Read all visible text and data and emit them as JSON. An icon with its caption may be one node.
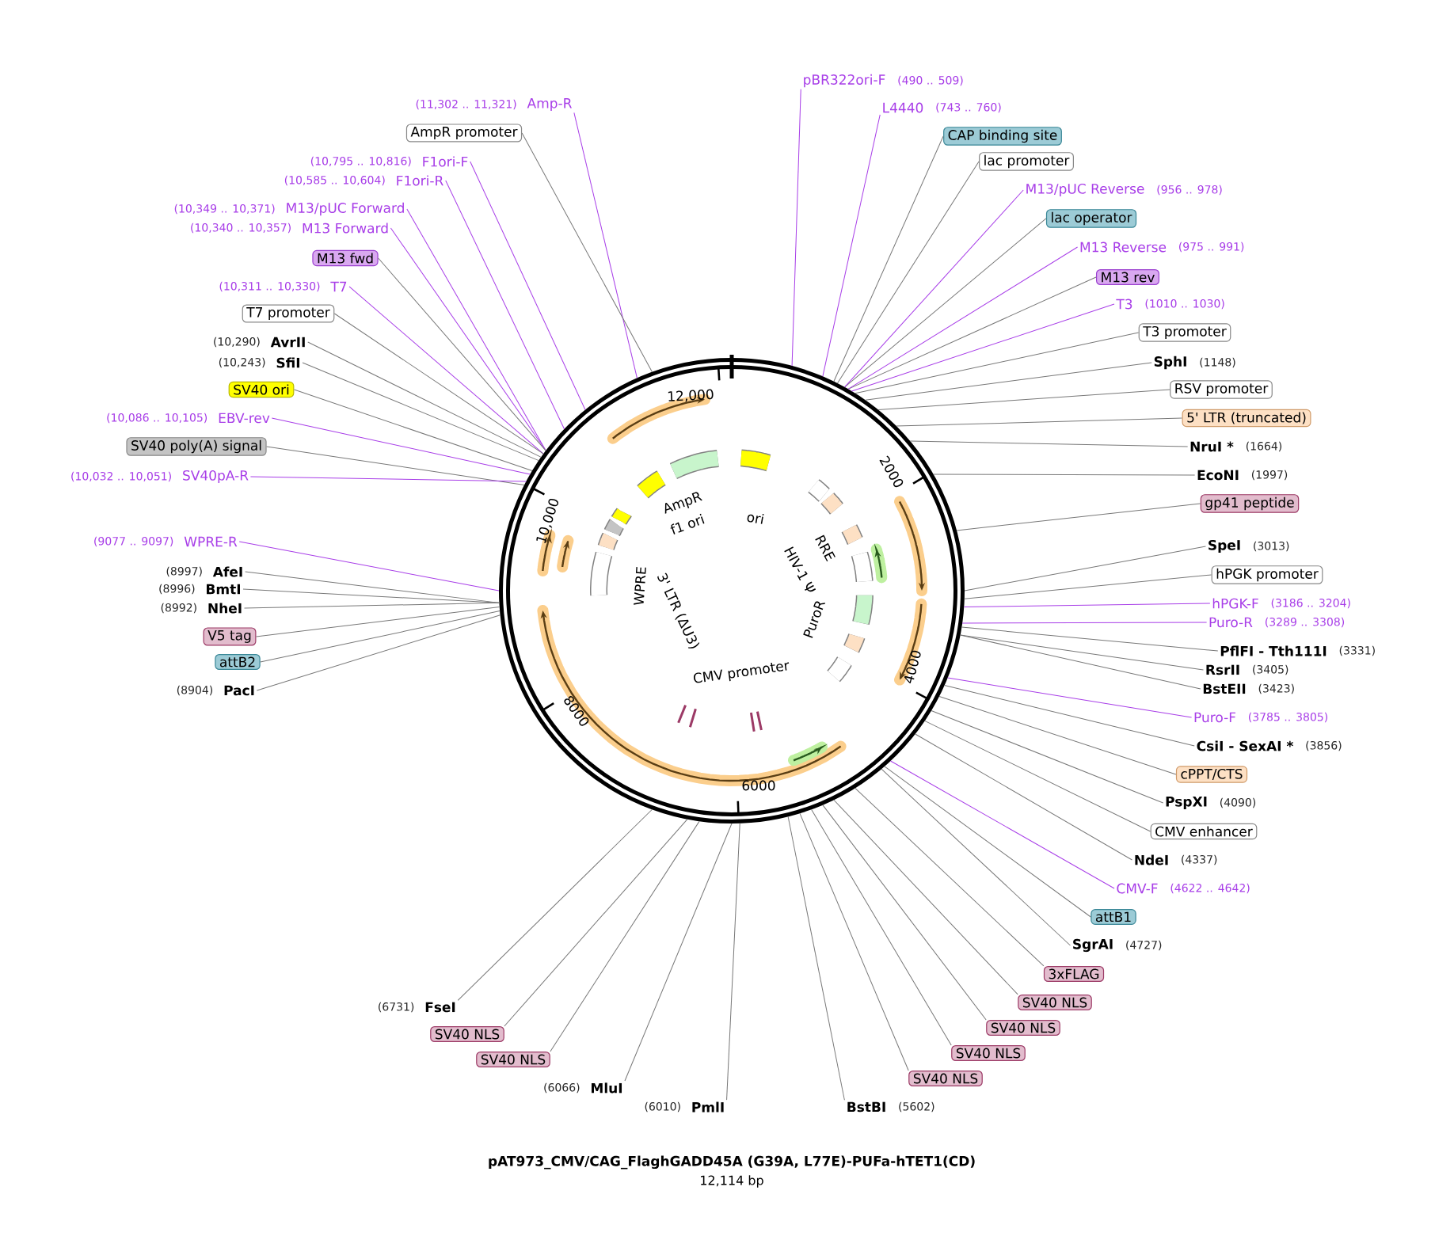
{
  "diagram": {
    "title": "pAT973_CMV/CAG_FlaghGADD45A (G39A, L77E)-PUFa-hTET1(CD)",
    "caption": "12,114 bp",
    "nodes": [
      {
        "text": [
          "Amp-R"
        ],
        "beside": [
          "(11,302 .. 11,321)"
        ]
      },
      {
        "text": [
          "AmpR promoter"
        ]
      },
      {
        "text": [
          "F1ori-F"
        ],
        "beside": [
          "(10,795 .. 10,816)"
        ]
      },
      {
        "text": [
          "F1ori-R"
        ],
        "beside": [
          "(10,585 .. 10,604)"
        ]
      },
      {
        "text": [
          "M13/pUC Forward"
        ],
        "beside": [
          "(10,349 .. 10,371)"
        ]
      },
      {
        "text": [
          "M13 Forward"
        ],
        "beside": [
          "(10,340 .. 10,357)"
        ]
      },
      {
        "text": [
          "M13 fwd"
        ]
      },
      {
        "text": [
          "T7"
        ],
        "beside": [
          "(10,311 .. 10,330)"
        ]
      },
      {
        "text": [
          "T7 promoter"
        ]
      },
      {
        "text": [
          "AvrII"
        ],
        "beside": [
          "(10,290)"
        ]
      },
      {
        "text": [
          "SfiI"
        ],
        "beside": [
          "(10,243)"
        ]
      },
      {
        "text": [
          "SV40 ori"
        ]
      },
      {
        "text": [
          "EBV-rev"
        ],
        "beside": [
          "(10,086 .. 10,105)"
        ]
      },
      {
        "text": [
          "SV40 poly(A) signal"
        ]
      },
      {
        "text": [
          "SV40pA-R"
        ],
        "beside": [
          "(10,032 .. 10,051)"
        ]
      },
      {
        "text": [
          "WPRE-R"
        ],
        "beside": [
          "(9077 .. 9097)"
        ]
      },
      {
        "text": [
          "AfeI"
        ],
        "beside": [
          "(8997)"
        ]
      },
      {
        "text": [
          "BmtI"
        ],
        "beside": [
          "(8996)"
        ]
      },
      {
        "text": [
          "NheI"
        ],
        "beside": [
          "(8992)"
        ]
      },
      {
        "text": [
          "V5 tag"
        ]
      },
      {
        "text": [
          "attB2"
        ]
      },
      {
        "text": [
          "PacI"
        ],
        "beside": [
          "(8904)"
        ]
      },
      {
        "text": [
          "FseI"
        ],
        "beside": [
          "(6731)"
        ]
      },
      {
        "text": [
          "SV40 NLS"
        ]
      },
      {
        "text": [
          "SV40 NLS"
        ]
      },
      {
        "text": [
          "MluI"
        ],
        "beside": [
          "(6066)"
        ]
      },
      {
        "text": [
          "PmlI"
        ],
        "beside": [
          "(6010)"
        ]
      },
      {
        "text": [
          "BstBI"
        ],
        "beside": [
          "(5602)"
        ]
      },
      {
        "text": [
          "SV40 NLS"
        ]
      },
      {
        "text": [
          "SV40 NLS"
        ]
      },
      {
        "text": [
          "SV40 NLS"
        ]
      },
      {
        "text": [
          "SV40 NLS"
        ]
      },
      {
        "text": [
          "3xFLAG"
        ]
      },
      {
        "text": [
          "SgrAI"
        ],
        "beside": [
          "(4727)"
        ]
      },
      {
        "text": [
          "attB1"
        ]
      },
      {
        "text": [
          "CMV-F"
        ],
        "beside": [
          "(4622 .. 4642)"
        ]
      },
      {
        "text": [
          "NdeI"
        ],
        "beside": [
          "(4337)"
        ]
      },
      {
        "text": [
          "CMV enhancer"
        ]
      },
      {
        "text": [
          "PspXI"
        ],
        "beside": [
          "(4090)"
        ]
      },
      {
        "text": [
          "cPPT/CTS"
        ]
      },
      {
        "text": [
          "CsiI  - SexAI *"
        ],
        "beside": [
          "(3856)"
        ]
      },
      {
        "text": [
          "Puro-F"
        ],
        "beside": [
          "(3785 .. 3805)"
        ]
      },
      {
        "text": [
          "BstEII"
        ],
        "beside": [
          "(3423)"
        ]
      },
      {
        "text": [
          "RsrII"
        ],
        "beside": [
          "(3405)"
        ]
      },
      {
        "text": [
          "PflFI  - Tth111I"
        ],
        "beside": [
          "(3331)"
        ]
      },
      {
        "text": [
          "Puro-R"
        ],
        "beside": [
          "(3289 .. 3308)"
        ]
      },
      {
        "text": [
          "hPGK-F"
        ],
        "beside": [
          "(3186 .. 3204)"
        ]
      },
      {
        "text": [
          "hPGK promoter"
        ]
      },
      {
        "text": [
          "SpeI"
        ],
        "beside": [
          "(3013)"
        ]
      },
      {
        "text": [
          "gp41 peptide"
        ]
      },
      {
        "text": [
          "EcoNI"
        ],
        "beside": [
          "(1997)"
        ]
      },
      {
        "text": [
          "NruI *"
        ],
        "beside": [
          "(1664)"
        ]
      },
      {
        "text": [
          "5' LTR (truncated)"
        ]
      },
      {
        "text": [
          "RSV promoter"
        ]
      },
      {
        "text": [
          "SphI"
        ],
        "beside": [
          "(1148)"
        ]
      },
      {
        "text": [
          "T3 promoter"
        ]
      },
      {
        "text": [
          "T3"
        ],
        "beside": [
          "(1010 .. 1030)"
        ]
      },
      {
        "text": [
          "M13 rev"
        ]
      },
      {
        "text": [
          "M13 Reverse"
        ],
        "beside": [
          "(975 .. 991)"
        ]
      },
      {
        "text": [
          "lac operator"
        ]
      },
      {
        "text": [
          "M13/pUC Reverse"
        ],
        "beside": [
          "(956 .. 978)"
        ]
      },
      {
        "text": [
          "lac promoter"
        ]
      },
      {
        "text": [
          "CAP binding site"
        ]
      },
      {
        "text": [
          "L4440"
        ],
        "beside": [
          "(743 .. 760)"
        ]
      },
      {
        "text": [
          "pBR322ori-F"
        ],
        "beside": [
          "(490 .. 509)"
        ]
      },
      {
        "text": [],
        "shape": "circle"
      }
    ],
    "edges": [
      {
        "from": 0,
        "to": 65,
        "arrow": "none",
        "color": "#a83ee8"
      },
      {
        "from": 1,
        "to": 65,
        "arrow": "none"
      },
      {
        "from": 2,
        "to": 65,
        "arrow": "none",
        "color": "#a83ee8"
      },
      {
        "from": 3,
        "to": 65,
        "arrow": "none",
        "color": "#a83ee8"
      },
      {
        "from": 4,
        "to": 65,
        "arrow": "none",
        "color": "#a83ee8"
      },
      {
        "from": 5,
        "to": 65,
        "arrow": "none",
        "color": "#a83ee8"
      },
      {
        "from": 6,
        "to": 65,
        "arrow": "none"
      },
      {
        "from": 7,
        "to": 65,
        "arrow": "none",
        "color": "#a83ee8"
      },
      {
        "from": 8,
        "to": 65,
        "arrow": "none"
      },
      {
        "from": 9,
        "to": 65,
        "arrow": "none"
      },
      {
        "from": 10,
        "to": 65,
        "arrow": "none"
      },
      {
        "from": 11,
        "to": 65,
        "arrow": "none"
      },
      {
        "from": 12,
        "to": 65,
        "arrow": "none",
        "color": "#a83ee8"
      },
      {
        "from": 13,
        "to": 65,
        "arrow": "none"
      },
      {
        "from": 14,
        "to": 65,
        "arrow": "none",
        "color": "#a83ee8"
      },
      {
        "from": 15,
        "to": 65,
        "arrow": "none",
        "color": "#a83ee8"
      },
      {
        "from": 16,
        "to": 65,
        "arrow": "none"
      },
      {
        "from": 17,
        "to": 65,
        "arrow": "none"
      },
      {
        "from": 18,
        "to": 65,
        "arrow": "none"
      },
      {
        "from": 19,
        "to": 65,
        "arrow": "none"
      },
      {
        "from": 20,
        "to": 65,
        "arrow": "none"
      },
      {
        "from": 21,
        "to": 65,
        "arrow": "none"
      },
      {
        "from": 22,
        "to": 65,
        "arrow": "none"
      },
      {
        "from": 23,
        "to": 65,
        "arrow": "none"
      },
      {
        "from": 24,
        "to": 65,
        "arrow": "none"
      },
      {
        "from": 25,
        "to": 65,
        "arrow": "none"
      },
      {
        "from": 26,
        "to": 65,
        "arrow": "none"
      },
      {
        "from": 27,
        "to": 65,
        "arrow": "none"
      },
      {
        "from": 28,
        "to": 65,
        "arrow": "none"
      },
      {
        "from": 29,
        "to": 65,
        "arrow": "none"
      },
      {
        "from": 30,
        "to": 65,
        "arrow": "none"
      },
      {
        "from": 31,
        "to": 65,
        "arrow": "none"
      },
      {
        "from": 32,
        "to": 65,
        "arrow": "none"
      },
      {
        "from": 33,
        "to": 65,
        "arrow": "none"
      },
      {
        "from": 34,
        "to": 65,
        "arrow": "none"
      },
      {
        "from": 35,
        "to": 65,
        "arrow": "none",
        "color": "#a83ee8"
      },
      {
        "from": 36,
        "to": 65,
        "arrow": "none"
      },
      {
        "from": 37,
        "to": 65,
        "arrow": "none"
      },
      {
        "from": 38,
        "to": 65,
        "arrow": "none"
      },
      {
        "from": 39,
        "to": 65,
        "arrow": "none"
      },
      {
        "from": 40,
        "to": 65,
        "arrow": "none"
      },
      {
        "from": 41,
        "to": 65,
        "arrow": "none",
        "color": "#a83ee8"
      },
      {
        "from": 42,
        "to": 65,
        "arrow": "none"
      },
      {
        "from": 43,
        "to": 65,
        "arrow": "none"
      },
      {
        "from": 44,
        "to": 65,
        "arrow": "none"
      },
      {
        "from": 45,
        "to": 65,
        "arrow": "none",
        "color": "#a83ee8"
      },
      {
        "from": 46,
        "to": 65,
        "arrow": "none",
        "color": "#a83ee8"
      },
      {
        "from": 47,
        "to": 65,
        "arrow": "none"
      },
      {
        "from": 48,
        "to": 65,
        "arrow": "none"
      },
      {
        "from": 49,
        "to": 65,
        "arrow": "none"
      },
      {
        "from": 50,
        "to": 65,
        "arrow": "none"
      },
      {
        "from": 51,
        "to": 65,
        "arrow": "none"
      },
      {
        "from": 52,
        "to": 65,
        "arrow": "none"
      },
      {
        "from": 53,
        "to": 65,
        "arrow": "none"
      },
      {
        "from": 54,
        "to": 65,
        "arrow": "none"
      },
      {
        "from": 55,
        "to": 65,
        "arrow": "none"
      },
      {
        "from": 56,
        "to": 65,
        "arrow": "none",
        "color": "#a83ee8"
      },
      {
        "from": 57,
        "to": 65,
        "arrow": "none"
      },
      {
        "from": 58,
        "to": 65,
        "arrow": "none",
        "color": "#a83ee8"
      },
      {
        "from": 59,
        "to": 65,
        "arrow": "none"
      },
      {
        "from": 60,
        "to": 65,
        "arrow": "none",
        "color": "#a83ee8"
      },
      {
        "from": 61,
        "to": 65,
        "arrow": "none"
      },
      {
        "from": 62,
        "to": 65,
        "arrow": "none"
      },
      {
        "from": 63,
        "to": 65,
        "arrow": "none",
        "color": "#a83ee8"
      },
      {
        "from": 64,
        "to": 65,
        "arrow": "none",
        "color": "#a83ee8"
      }
    ],
    "labels": [
      "12,000",
      "AmpR",
      "ori",
      "f1 ori",
      "2000",
      "10,000",
      "RRE",
      "HIV-1 Ψ",
      "WPRE",
      "3' LTR (ΔU3)",
      "PuroR",
      "CMV promoter",
      "4000",
      "8000",
      "6000"
    ]
  }
}
